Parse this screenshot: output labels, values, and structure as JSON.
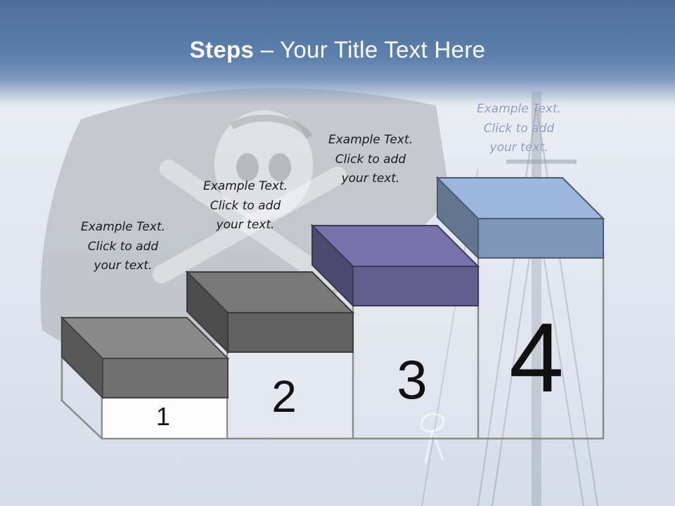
{
  "title": {
    "bold": "Steps",
    "rest": " – Your Title Text Here"
  },
  "steps": [
    {
      "number": "1",
      "text": [
        "Example Text.",
        "Click  to add",
        "your text."
      ],
      "color": "#7a7a7a"
    },
    {
      "number": "2",
      "text": [
        "Example Text.",
        "Click  to add",
        "your text."
      ],
      "color": "#6b6b6b"
    },
    {
      "number": "3",
      "text": [
        "Example Text.",
        "Click  to add",
        "your text."
      ],
      "color": "#6a669a"
    },
    {
      "number": "4",
      "text": [
        "Example Text.",
        "Click  to add",
        "your text."
      ],
      "color": "#8aa3c8"
    }
  ]
}
